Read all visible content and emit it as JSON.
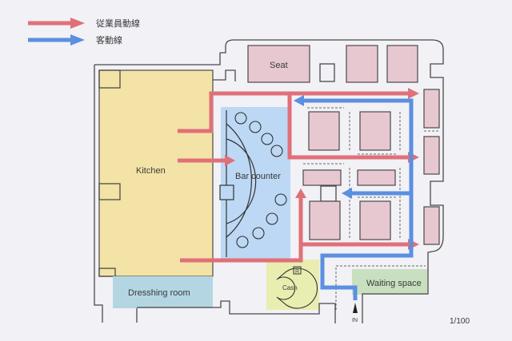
{
  "legend": {
    "items": [
      {
        "label": "従業員動線",
        "meaning": "staff flow line",
        "color": "#e07078"
      },
      {
        "label": "客動線",
        "meaning": "customer flow line",
        "color": "#5b8fe0"
      }
    ]
  },
  "rooms": {
    "kitchen": {
      "label": "Kitchen",
      "color": "#f3e3a6"
    },
    "dressing_room": {
      "label": "Dresshing room",
      "color": "#b3d6e2"
    },
    "bar_counter": {
      "label": "Bar counter",
      "color": "#bcd8f4"
    },
    "cash": {
      "label": "Cash",
      "register_label": "R",
      "color": "#e9edb0"
    },
    "waiting_space": {
      "label": "Waiting space",
      "color": "#c8dfc0"
    },
    "seat": {
      "label": "Seat",
      "color": "#e8c8d0"
    }
  },
  "entrance": {
    "label": "IN"
  },
  "scale": {
    "label": "1/100"
  }
}
